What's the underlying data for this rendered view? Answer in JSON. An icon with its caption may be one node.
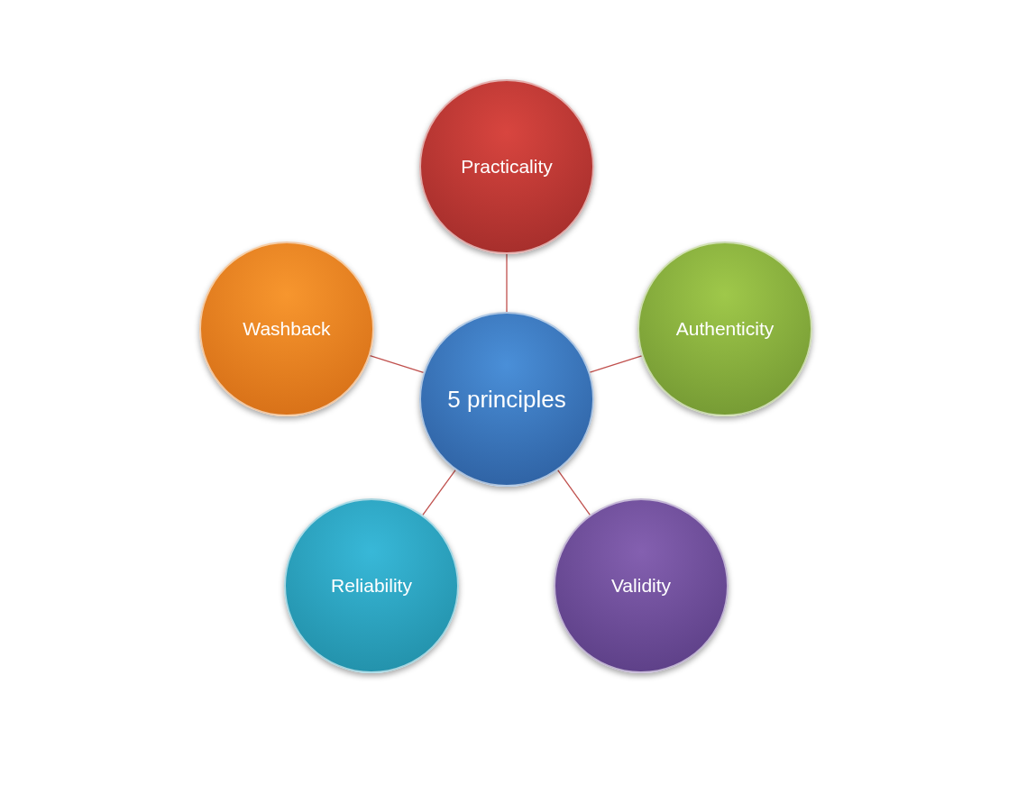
{
  "diagram": {
    "nodes": [
      {
        "text": [
          "5 principles"
        ]
      },
      {
        "text": [
          "Practicality"
        ]
      },
      {
        "text": [
          "Authenticity"
        ]
      },
      {
        "text": [
          "Validity"
        ]
      },
      {
        "text": [
          "Reliability"
        ]
      },
      {
        "text": [
          "Washback"
        ]
      }
    ],
    "edges": [
      {
        "from": 0,
        "to": 1,
        "arrow": "none"
      },
      {
        "from": 0,
        "to": 2,
        "arrow": "none"
      },
      {
        "from": 0,
        "to": 3,
        "arrow": "none"
      },
      {
        "from": 0,
        "to": 4,
        "arrow": "none"
      },
      {
        "from": 0,
        "to": 5,
        "arrow": "none"
      }
    ]
  }
}
